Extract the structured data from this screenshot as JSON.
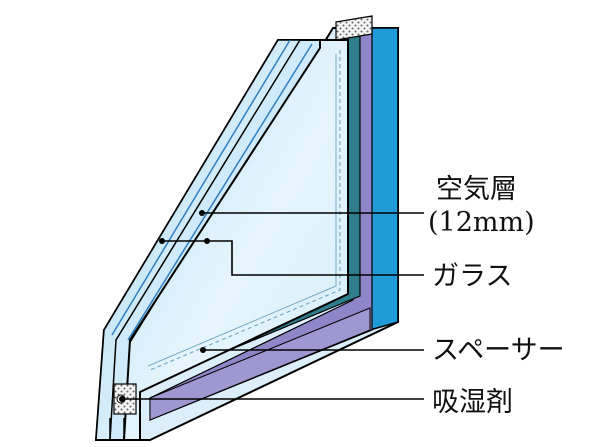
{
  "labels": {
    "air_layer": "空気層",
    "air_layer_size": "(12mm)",
    "glass": "ガラス",
    "spacer": "スペーサー",
    "desiccant": "吸湿剤"
  },
  "colors": {
    "glass_face": "#cfe9f8",
    "glass_edge": "#2f7fc0",
    "glass_front_tint": "#9fd3ef",
    "spacer": "#2f7d8d",
    "purple_band": "#8f86c9",
    "blue_band": "#1f9bd8",
    "outline": "#000000",
    "leader_line": "#000000",
    "text": "#111111"
  }
}
